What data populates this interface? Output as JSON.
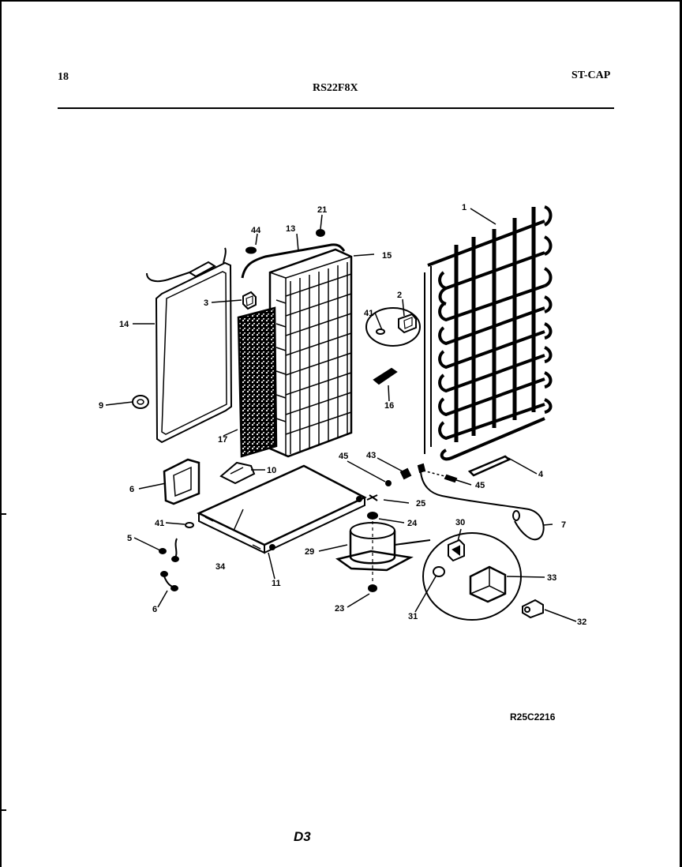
{
  "header": {
    "page_number": "18",
    "model": "RS22F8X",
    "section": "ST-CAP"
  },
  "diagram": {
    "callouts": [
      {
        "id": "c1",
        "label": "1"
      },
      {
        "id": "c2",
        "label": "2"
      },
      {
        "id": "c3",
        "label": "3"
      },
      {
        "id": "c4",
        "label": "4"
      },
      {
        "id": "c5",
        "label": "5"
      },
      {
        "id": "c6",
        "label": "6"
      },
      {
        "id": "c6b",
        "label": "6"
      },
      {
        "id": "c7",
        "label": "7"
      },
      {
        "id": "c9",
        "label": "9"
      },
      {
        "id": "c10",
        "label": "10"
      },
      {
        "id": "c11",
        "label": "11"
      },
      {
        "id": "c13",
        "label": "13"
      },
      {
        "id": "c14",
        "label": "14"
      },
      {
        "id": "c15",
        "label": "15"
      },
      {
        "id": "c16",
        "label": "16"
      },
      {
        "id": "c17",
        "label": "17"
      },
      {
        "id": "c21",
        "label": "21"
      },
      {
        "id": "c23",
        "label": "23"
      },
      {
        "id": "c24",
        "label": "24"
      },
      {
        "id": "c25",
        "label": "25"
      },
      {
        "id": "c29",
        "label": "29"
      },
      {
        "id": "c30",
        "label": "30"
      },
      {
        "id": "c31",
        "label": "31"
      },
      {
        "id": "c32",
        "label": "32"
      },
      {
        "id": "c33",
        "label": "33"
      },
      {
        "id": "c34",
        "label": "34"
      },
      {
        "id": "c41a",
        "label": "41"
      },
      {
        "id": "c41b",
        "label": "41"
      },
      {
        "id": "c43",
        "label": "43"
      },
      {
        "id": "c44",
        "label": "44"
      },
      {
        "id": "c45a",
        "label": "45"
      },
      {
        "id": "c45b",
        "label": "45"
      }
    ]
  },
  "footer": {
    "reference_code": "R25C2216",
    "page_code": "D3"
  }
}
